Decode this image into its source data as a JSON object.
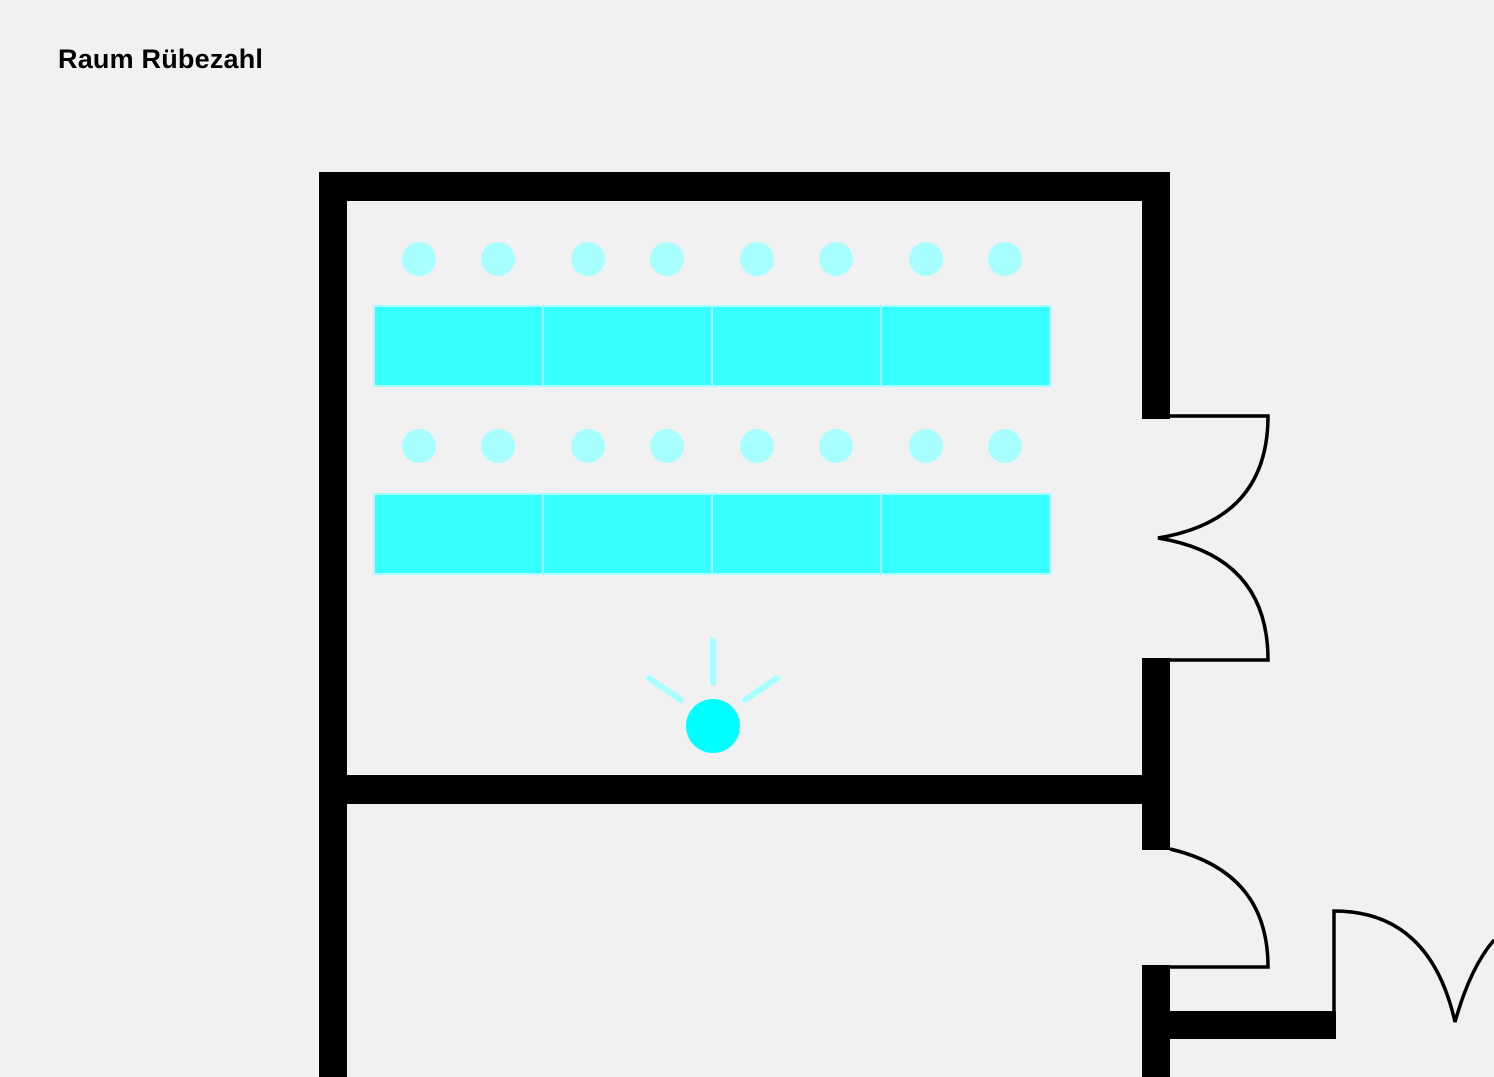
{
  "title": "Raum Rübezahl",
  "colors": {
    "background": "#f1f1f1",
    "wall": "#000000",
    "table": "#38ffff",
    "table_border": "#a8ffff",
    "chair": "#a8ffff",
    "speaker": "#00ffff",
    "speaker_rays": "#a8ffff"
  },
  "icons": {
    "speaker": "speaker-icon",
    "chair": "chair-icon",
    "door": "door-swing-icon"
  },
  "layout_info": {
    "table_rows": 2,
    "tables_per_row": 4,
    "chairs_per_row": 8
  }
}
